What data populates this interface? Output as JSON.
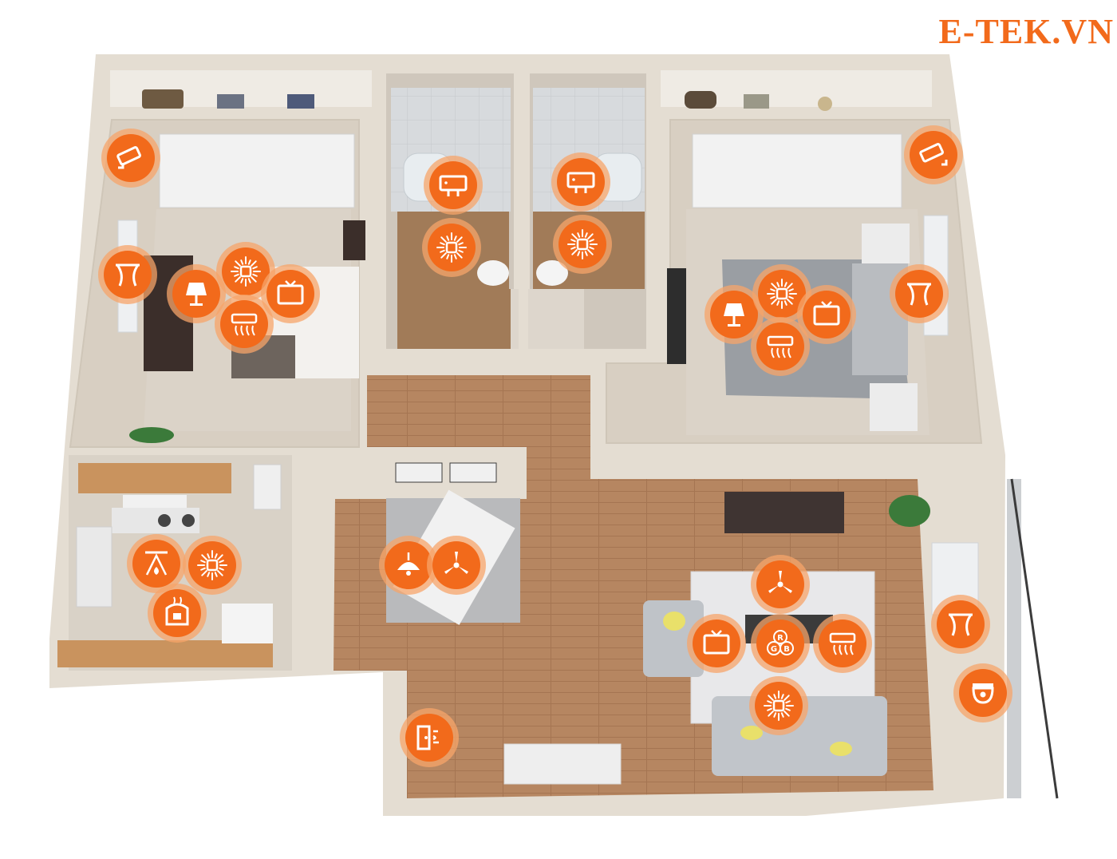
{
  "brand": {
    "text": "E-TEK.VN",
    "color": "#f26a1b"
  },
  "colors": {
    "icon_fill": "#f26a1b",
    "icon_glow": "#f7a46a",
    "wall": "#ded7cc",
    "wall_top": "#ece7df",
    "floor_room": "#d9d2c7",
    "wood_floor": "#b58560",
    "bath_floor": "#a6805f"
  },
  "rooms": [
    {
      "name": "bedroom-left",
      "devices": [
        "camera-icon",
        "curtain-icon",
        "lamp-icon",
        "ceiling-light-icon",
        "tv-icon",
        "air-conditioner-icon"
      ]
    },
    {
      "name": "bathroom-left",
      "devices": [
        "water-heater-icon",
        "ceiling-light-icon"
      ]
    },
    {
      "name": "bathroom-right",
      "devices": [
        "water-heater-icon",
        "ceiling-light-icon"
      ]
    },
    {
      "name": "bedroom-right",
      "devices": [
        "camera-icon",
        "lamp-icon",
        "ceiling-light-icon",
        "tv-icon",
        "air-conditioner-icon",
        "curtain-icon"
      ]
    },
    {
      "name": "kitchen",
      "devices": [
        "gas-sensor-icon",
        "ceiling-light-icon",
        "rice-cooker-icon"
      ]
    },
    {
      "name": "dining",
      "devices": [
        "pendant-light-icon",
        "ceiling-fan-icon"
      ]
    },
    {
      "name": "living-room",
      "devices": [
        "ceiling-fan-icon",
        "tv-icon",
        "rgb-light-icon",
        "air-conditioner-icon",
        "ceiling-light-icon",
        "curtain-icon",
        "dome-camera-icon"
      ]
    },
    {
      "name": "entrance",
      "devices": [
        "door-sensor-icon"
      ]
    }
  ],
  "rgb_letters": {
    "r": "R",
    "g": "G",
    "b": "B"
  }
}
